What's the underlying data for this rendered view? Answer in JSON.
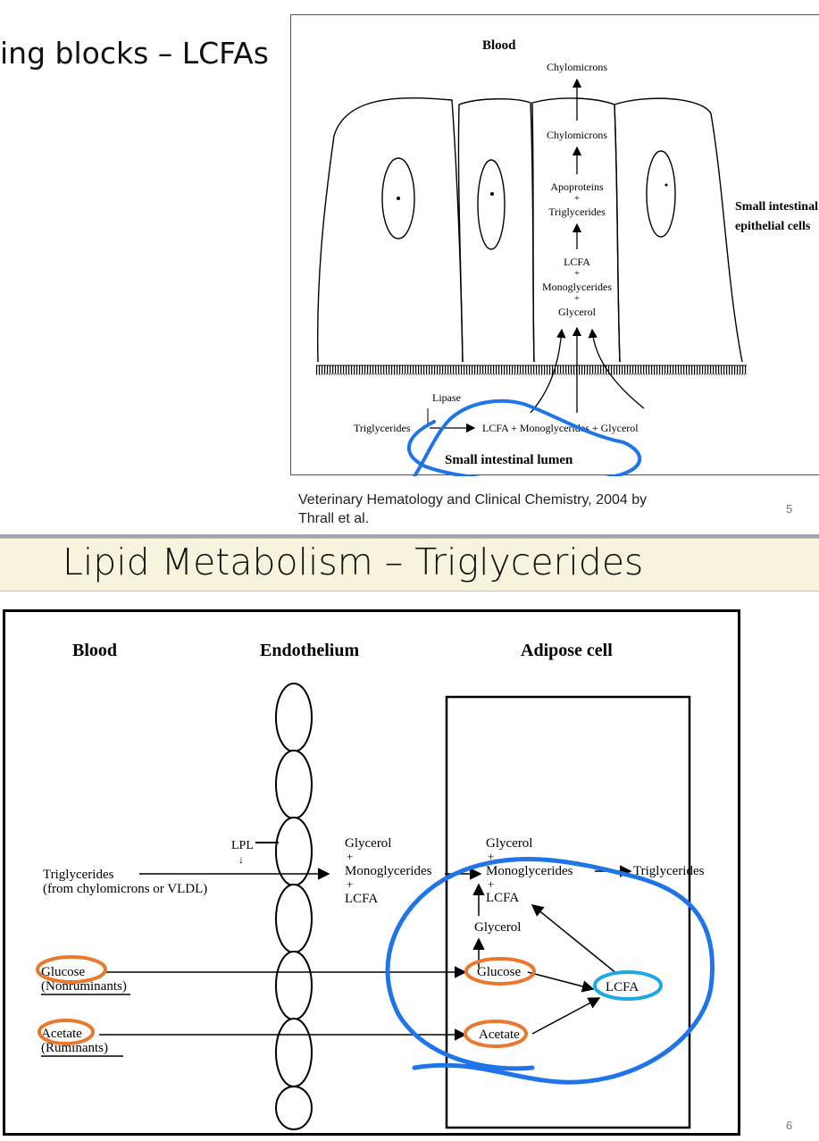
{
  "slide_top": {
    "title_fragment": "ing blocks – LCFAs",
    "figure": {
      "blood_label": "Blood",
      "chylomicrons_top": "Chylomicrons",
      "chylomicrons_cell": "Chylomicrons",
      "apoproteins": "Apoproteins",
      "plus1": "+",
      "triglycerides_cell": "Triglycerides",
      "lcfa_cell": "LCFA",
      "plus2": "+",
      "monoglycerides_cell": "Monoglycerides",
      "plus3": "+",
      "glycerol_cell": "Glycerol",
      "side_label_1": "Small intestinal",
      "side_label_2": "epithelial cells",
      "lipase": "Lipase",
      "lumen_triglycerides": "Triglycerides",
      "lumen_products": "LCFA + Monoglycerides + Glycerol",
      "lumen_label": "Small intestinal lumen"
    },
    "caption_line1": "Veterinary Hematology and Clinical Chemistry, 2004 by",
    "caption_line2": "Thrall et al.",
    "page_number": "5"
  },
  "slide_main": {
    "title": "Lipid Metabolism – Triglycerides",
    "page_number": "6",
    "figure": {
      "col_blood": "Blood",
      "col_endothelium": "Endothelium",
      "col_adipose": "Adipose cell",
      "lpl": "LPL",
      "triglycerides": "Triglycerides",
      "triglycerides_source": "(from chylomicrons or VLDL)",
      "mid_glycerol": "Glycerol",
      "mid_plus1": "+",
      "mid_monoglycerides": "Monoglycerides",
      "mid_plus2": "+",
      "mid_lcfa": "LCFA",
      "cell_glycerol": "Glycerol",
      "cell_plus1": "+",
      "cell_monoglycerides": "Monoglycerides",
      "cell_triglycerides": "Triglycerides",
      "cell_plus2": "+",
      "cell_lcfa": "LCFA",
      "cell_glycerol_lower": "Glycerol",
      "glucose": "Glucose",
      "glucose_note": "(Nonruminants)",
      "acetate": "Acetate",
      "acetate_note": "(Ruminants)",
      "cell_glucose": "Glucose",
      "cell_acetate": "Acetate",
      "lcfa_node": "LCFA"
    },
    "colors": {
      "annotation_blue": "#1f74e8",
      "annotation_orange": "#e87a2f",
      "annotation_cyan": "#1fa8e3"
    }
  }
}
